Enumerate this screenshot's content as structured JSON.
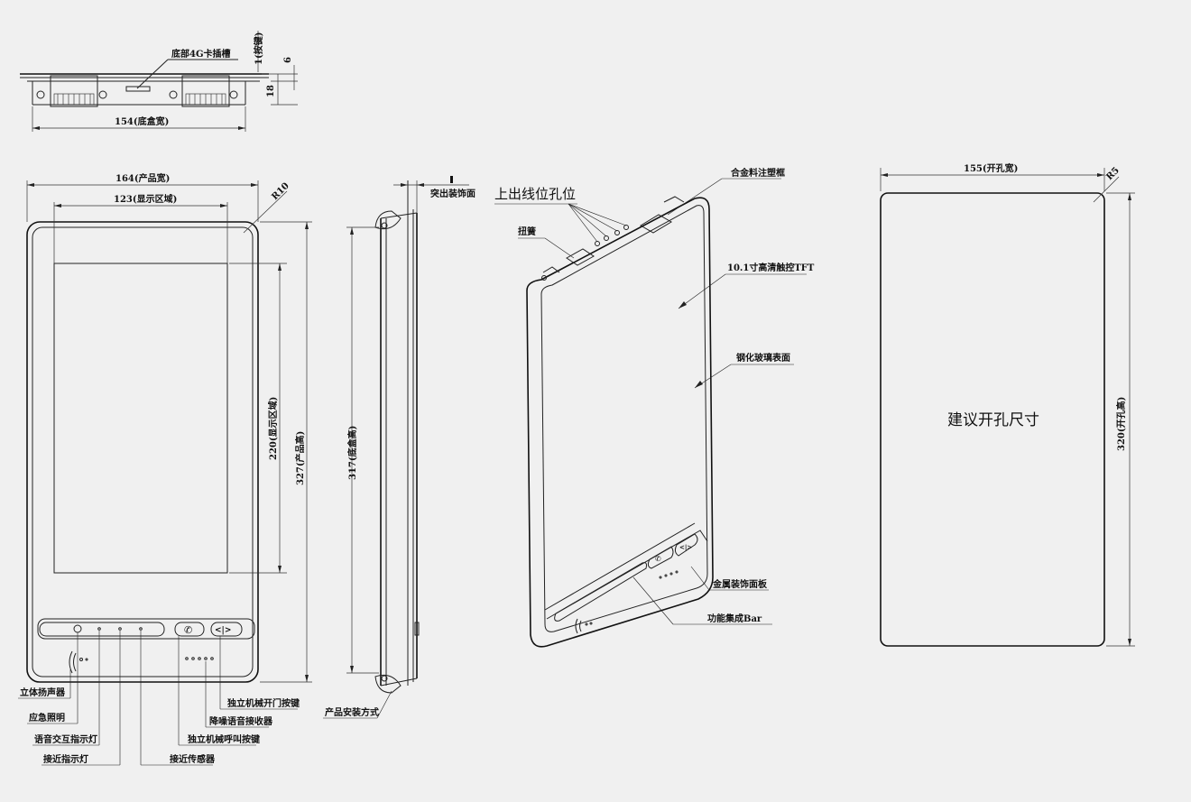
{
  "labels": {
    "sim_slot": "底部4G卡插槽",
    "dim_key": "1(按键)",
    "dim_6": "6",
    "dim_18": "18",
    "dim_box_width": "154(底盒宽)",
    "dim_product_width": "164(产品宽)",
    "dim_display_width": "123(显示区域)",
    "dim_r10": "R10",
    "dim_display_height": "220(显示区域)",
    "dim_product_height": "327(产品高)",
    "dim_box_height": "317(底盒高)",
    "protruding_surface": "突出装饰面",
    "install_method": "产品安装方式",
    "top_cable_holes": "上出线位孔位",
    "torsion_spring": "扭簧",
    "alloy_frame": "合金料注塑框",
    "tft": "10.1寸高清触控TFT",
    "glass": "钢化玻璃表面",
    "metal_panel": "金属装饰面板",
    "function_bar": "功能集成Bar",
    "dim_cutout_width": "155(开孔宽)",
    "dim_r5": "R5",
    "cutout_title": "建议开孔尺寸",
    "dim_cutout_height": "320(开孔高)",
    "speaker": "立体扬声器",
    "emergency_light": "应急照明",
    "voice_indicator": "语音交互指示灯",
    "proximity_indicator": "接近指示灯",
    "proximity_sensor": "接近传感器",
    "call_button": "独立机械呼叫按键",
    "mic": "降噪语音接收器",
    "door_button": "独立机械开门按键"
  },
  "colors": {
    "background": "#f0f0f0",
    "line": "#222222"
  }
}
